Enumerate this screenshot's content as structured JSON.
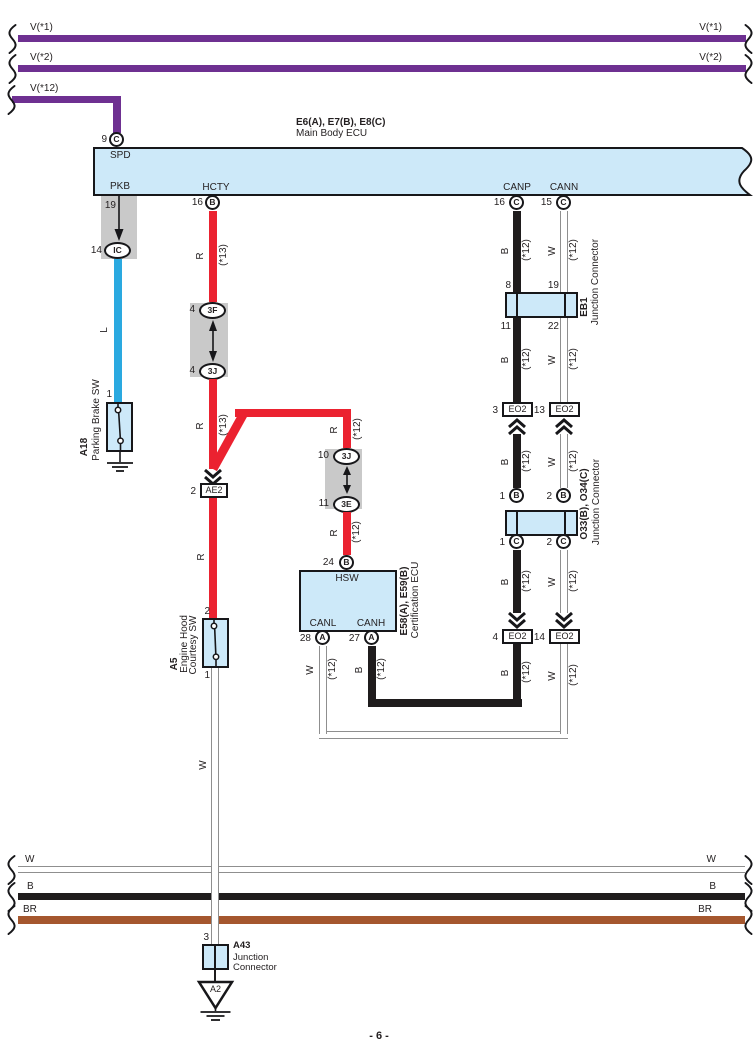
{
  "page_number": "- 6 -",
  "colors": {
    "power_purple": "#6e3091",
    "wire_red": "#eb2230",
    "wire_blue": "#2aa9e0",
    "wire_black": "#1f1c1d",
    "ground_brown": "#a5572e",
    "component_fill": "#cde9f9",
    "shield_gray": "#c9c9c9"
  },
  "buses": {
    "v1": "V(*1)",
    "v2": "V(*2)",
    "v12": "V(*12)",
    "w": "W",
    "b": "B",
    "br": "BR"
  },
  "wire_labels": {
    "R": "R",
    "B": "B",
    "W": "W",
    "L": "L",
    "ref12": "(*12)",
    "ref13": "(*13)"
  },
  "main_body_ecu": {
    "code": "E6(A), E7(B), E8(C)",
    "name": "Main Body ECU",
    "spd": "SPD",
    "pkb": "PKB",
    "hcty": "HCTY",
    "canp": "CANP",
    "cann": "CANN",
    "pins": {
      "spd_pin": "9",
      "spd_conn": "C",
      "pkb_pin": "19",
      "pkb_conn_pin": "14",
      "pkb_conn": "IC",
      "hcty_pin": "16",
      "hcty_conn": "B",
      "canp_pin": "16",
      "canp_conn": "C",
      "cann_pin": "15",
      "cann_conn": "C"
    }
  },
  "parking_brake_sw": {
    "code": "A18",
    "name": "Parking Brake SW",
    "pin": "1"
  },
  "engine_hood_sw": {
    "code": "A5",
    "name1": "Engine Hood",
    "name2": "Courtesy SW",
    "pin_top": "2",
    "pin_bottom": "1"
  },
  "certification_ecu": {
    "code": "E58(A), E59(B)",
    "name": "Certification ECU",
    "hsw": "HSW",
    "canl": "CANL",
    "canh": "CANH",
    "hsw_pin": "24",
    "hsw_conn": "B",
    "canl_pin": "28",
    "canl_conn": "A",
    "canh_pin": "27",
    "canh_conn": "A"
  },
  "eb1": {
    "code": "EB1",
    "name": "Junction Connector",
    "pin_tl": "8",
    "pin_tr": "19",
    "pin_bl": "11",
    "pin_br": "22"
  },
  "o33": {
    "code": "O33(B), O34(C)",
    "name": "Junction Connector",
    "pin_tl": "1",
    "conn_tl": "B",
    "pin_tr": "2",
    "conn_tr": "B",
    "pin_bl": "1",
    "conn_bl": "C",
    "pin_br": "2",
    "conn_br": "C"
  },
  "mid": {
    "c3f_pin": "4",
    "c3f": "3F",
    "c3j_pin": "4",
    "c3j": "3J",
    "c3j2_pin": "10",
    "c3j2": "3J",
    "c3e_pin": "11",
    "c3e": "3E",
    "ae2_pin": "2",
    "ae2": "AE2"
  },
  "eo2": {
    "label": "EO2",
    "pin_a": "3",
    "pin_b": "13",
    "pin_c": "4",
    "pin_d": "14"
  },
  "a43": {
    "pin": "3",
    "code": "A43",
    "name1": "Junction",
    "name2": "Connector",
    "ground": "A2"
  }
}
